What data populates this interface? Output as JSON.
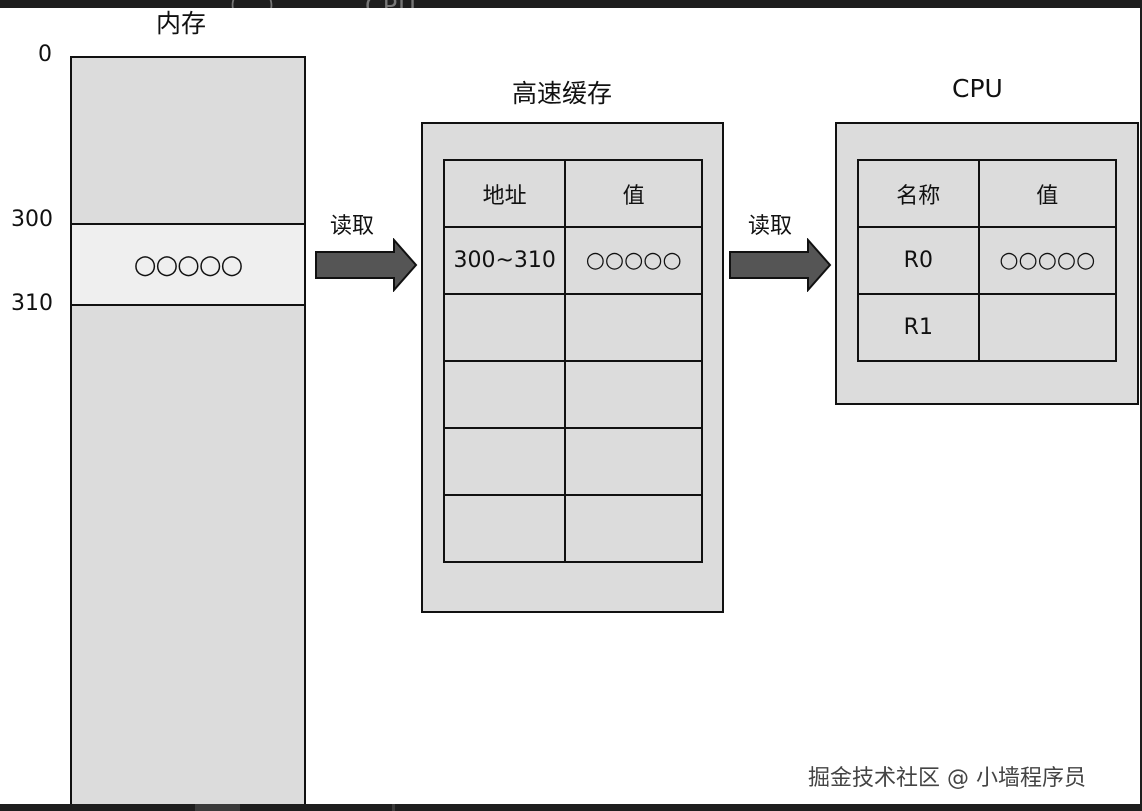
{
  "header_strip": {
    "text": "…（…）…，…CPU"
  },
  "memory": {
    "title": "内存",
    "addresses": [
      "0",
      "300",
      "310"
    ],
    "block_value": "○○○○○"
  },
  "arrows": [
    {
      "label": "读取"
    },
    {
      "label": "读取"
    }
  ],
  "cache": {
    "title": "高速缓存",
    "headers": [
      "地址",
      "值"
    ],
    "rows": [
      [
        "300~310",
        "○○○○○"
      ],
      [
        "",
        ""
      ],
      [
        "",
        ""
      ],
      [
        "",
        ""
      ],
      [
        "",
        ""
      ]
    ]
  },
  "cpu": {
    "title": "CPU",
    "headers": [
      "名称",
      "值"
    ],
    "rows": [
      [
        "R0",
        "○○○○○"
      ],
      [
        "R1",
        ""
      ]
    ]
  },
  "watermark": "掘金技术社区 @ 小墙程序员",
  "colors": {
    "box_fill": "#dcdcdc",
    "highlight_fill": "#efefef",
    "arrow_fill": "#555555",
    "border": "#111111"
  }
}
